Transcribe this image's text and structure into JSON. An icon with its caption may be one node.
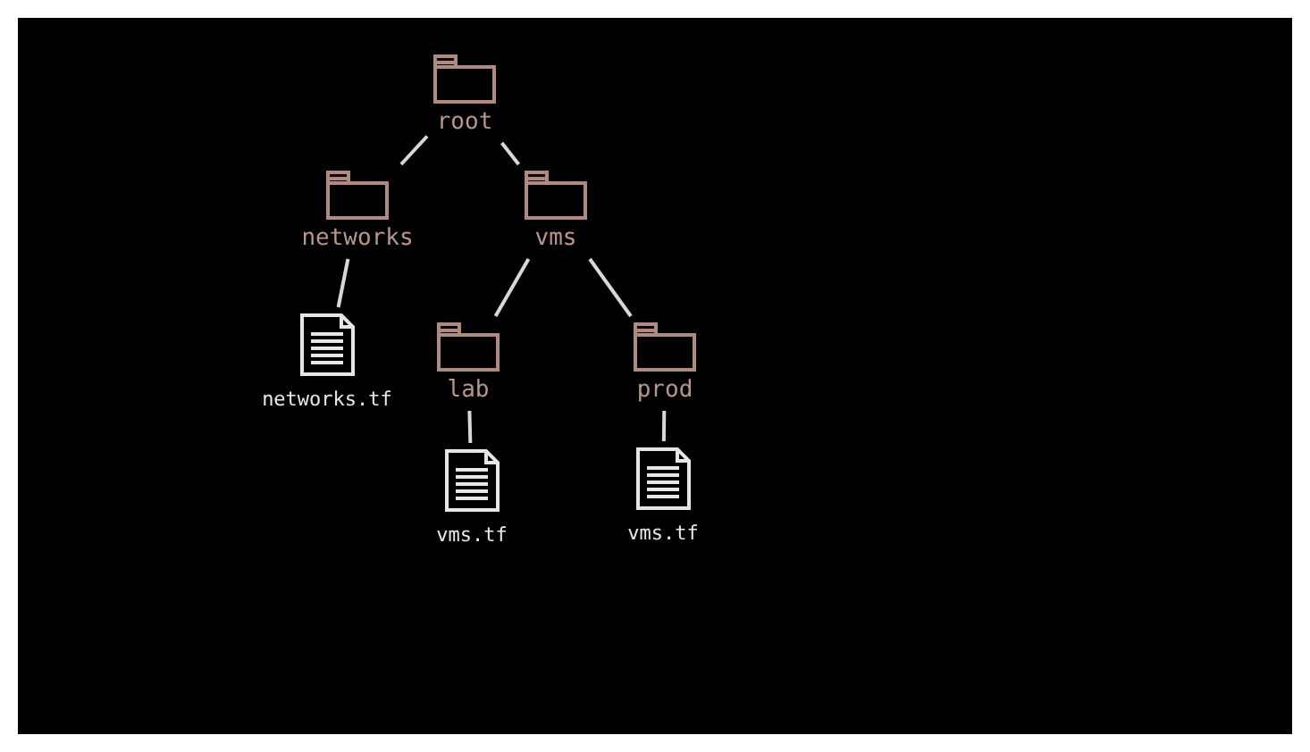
{
  "diagram": {
    "nodes": [
      {
        "text": [
          "root"
        ]
      },
      {
        "text": [
          "networks"
        ]
      },
      {
        "text": [
          "vms"
        ]
      },
      {
        "text": [
          "networks.tf"
        ]
      },
      {
        "text": [
          "lab"
        ]
      },
      {
        "text": [
          "prod"
        ]
      },
      {
        "text": [
          "vms.tf"
        ]
      },
      {
        "text": [
          "vms.tf"
        ]
      }
    ],
    "edges": [
      {
        "from": 0,
        "to": 1,
        "arrow": "none"
      },
      {
        "from": 0,
        "to": 2,
        "arrow": "none"
      },
      {
        "from": 1,
        "to": 3,
        "arrow": "none"
      },
      {
        "from": 2,
        "to": 4,
        "arrow": "none"
      },
      {
        "from": 2,
        "to": 5,
        "arrow": "none"
      },
      {
        "from": 4,
        "to": 6,
        "arrow": "none"
      },
      {
        "from": 5,
        "to": 7,
        "arrow": "none"
      }
    ]
  }
}
